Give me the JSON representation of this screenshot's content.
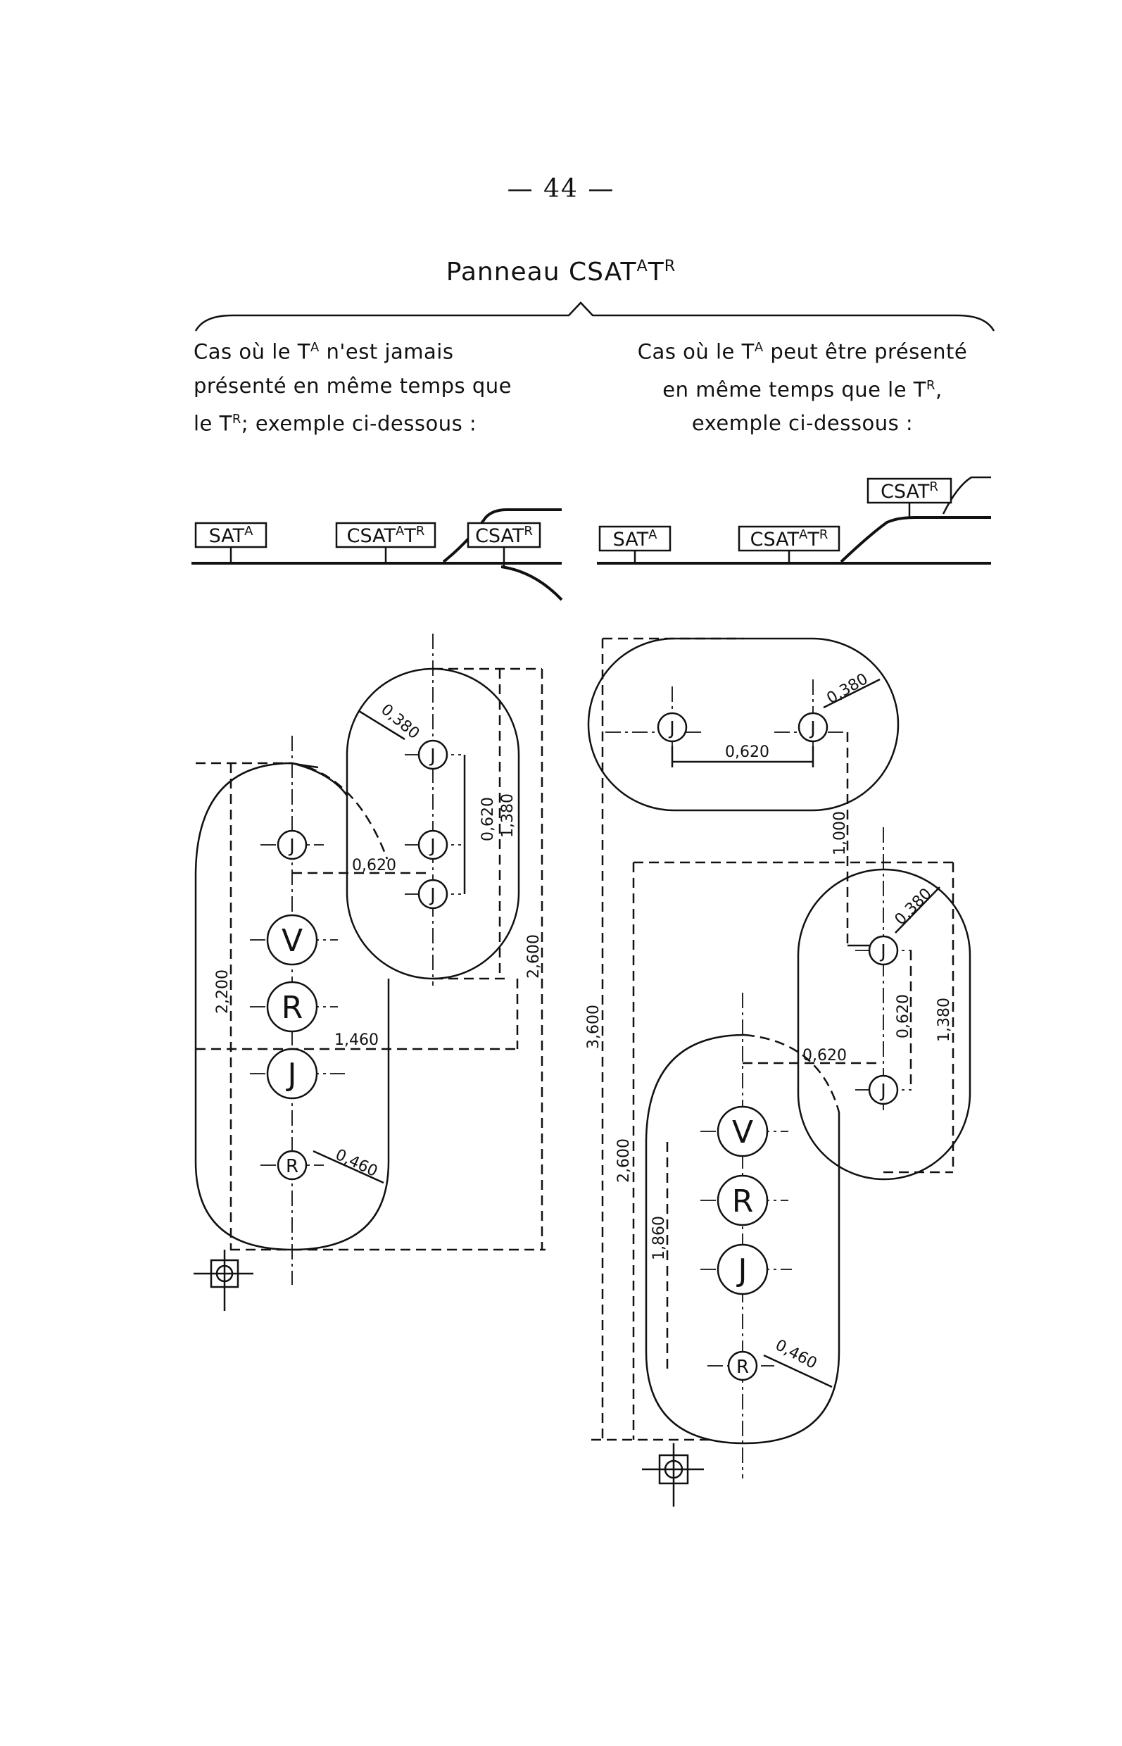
{
  "page_number": "— 44 —",
  "title": {
    "prefix": "Panneau CSAT",
    "sup_a": "A",
    "mid": "T",
    "sup_r": "R"
  },
  "captions": {
    "left": {
      "line1_a": "Cas où le T",
      "line1_sup": "A",
      "line1_b": " n'est jamais",
      "line2": "présenté en même temps que",
      "line3_a": "le T",
      "line3_sup": "R",
      "line3_b": "; exemple ci-dessous :"
    },
    "right": {
      "line1_a": "Cas où le T",
      "line1_sup": "A",
      "line1_b": " peut être présenté",
      "line2_a": "en même temps que le T",
      "line2_sup": "R",
      "line2_b": ",",
      "line3": "exemple ci-dessous :"
    }
  },
  "track_left": {
    "signs": [
      "SATA",
      "CSATATR",
      "CSATR"
    ]
  },
  "track_right": {
    "signs": [
      "SATA",
      "CSATATR",
      "CSATR"
    ]
  },
  "lamp_letters": {
    "J": "J",
    "V": "V",
    "R": "R"
  },
  "dimensions_left": {
    "radius_small": "0,380",
    "spacing_small": "0,620",
    "spacing_horizontal": "0,620",
    "height_small_panel": "1,380",
    "height_large_panel": "2,200",
    "offset_total": "2,600",
    "horizontal_offset": "1,460",
    "radius_large": "0,460"
  },
  "dimensions_right": {
    "radius_top": "0,380",
    "spacing_top": "0,620",
    "gap": "1,000",
    "radius_mid": "0,380",
    "spacing_mid": "0,620",
    "height_mid": "1,380",
    "spacing_horizontal": "0,620",
    "total_height": "3,600",
    "offset_total": "2,600",
    "height_large_panel": "1,860",
    "radius_large": "0,460"
  }
}
